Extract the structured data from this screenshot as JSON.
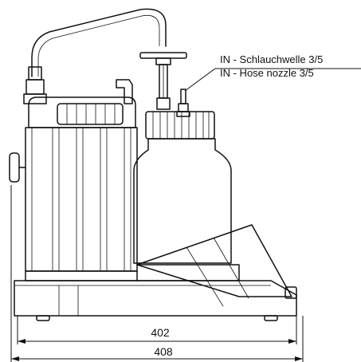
{
  "callouts": {
    "inlet_de": "IN - Schlauchwelle 3/5",
    "inlet_en": "IN - Hose nozzle 3/5"
  },
  "dimensions": {
    "inner_width": "402",
    "outer_width": "408"
  },
  "colors": {
    "line": "#111111",
    "background": "#ffffff"
  }
}
